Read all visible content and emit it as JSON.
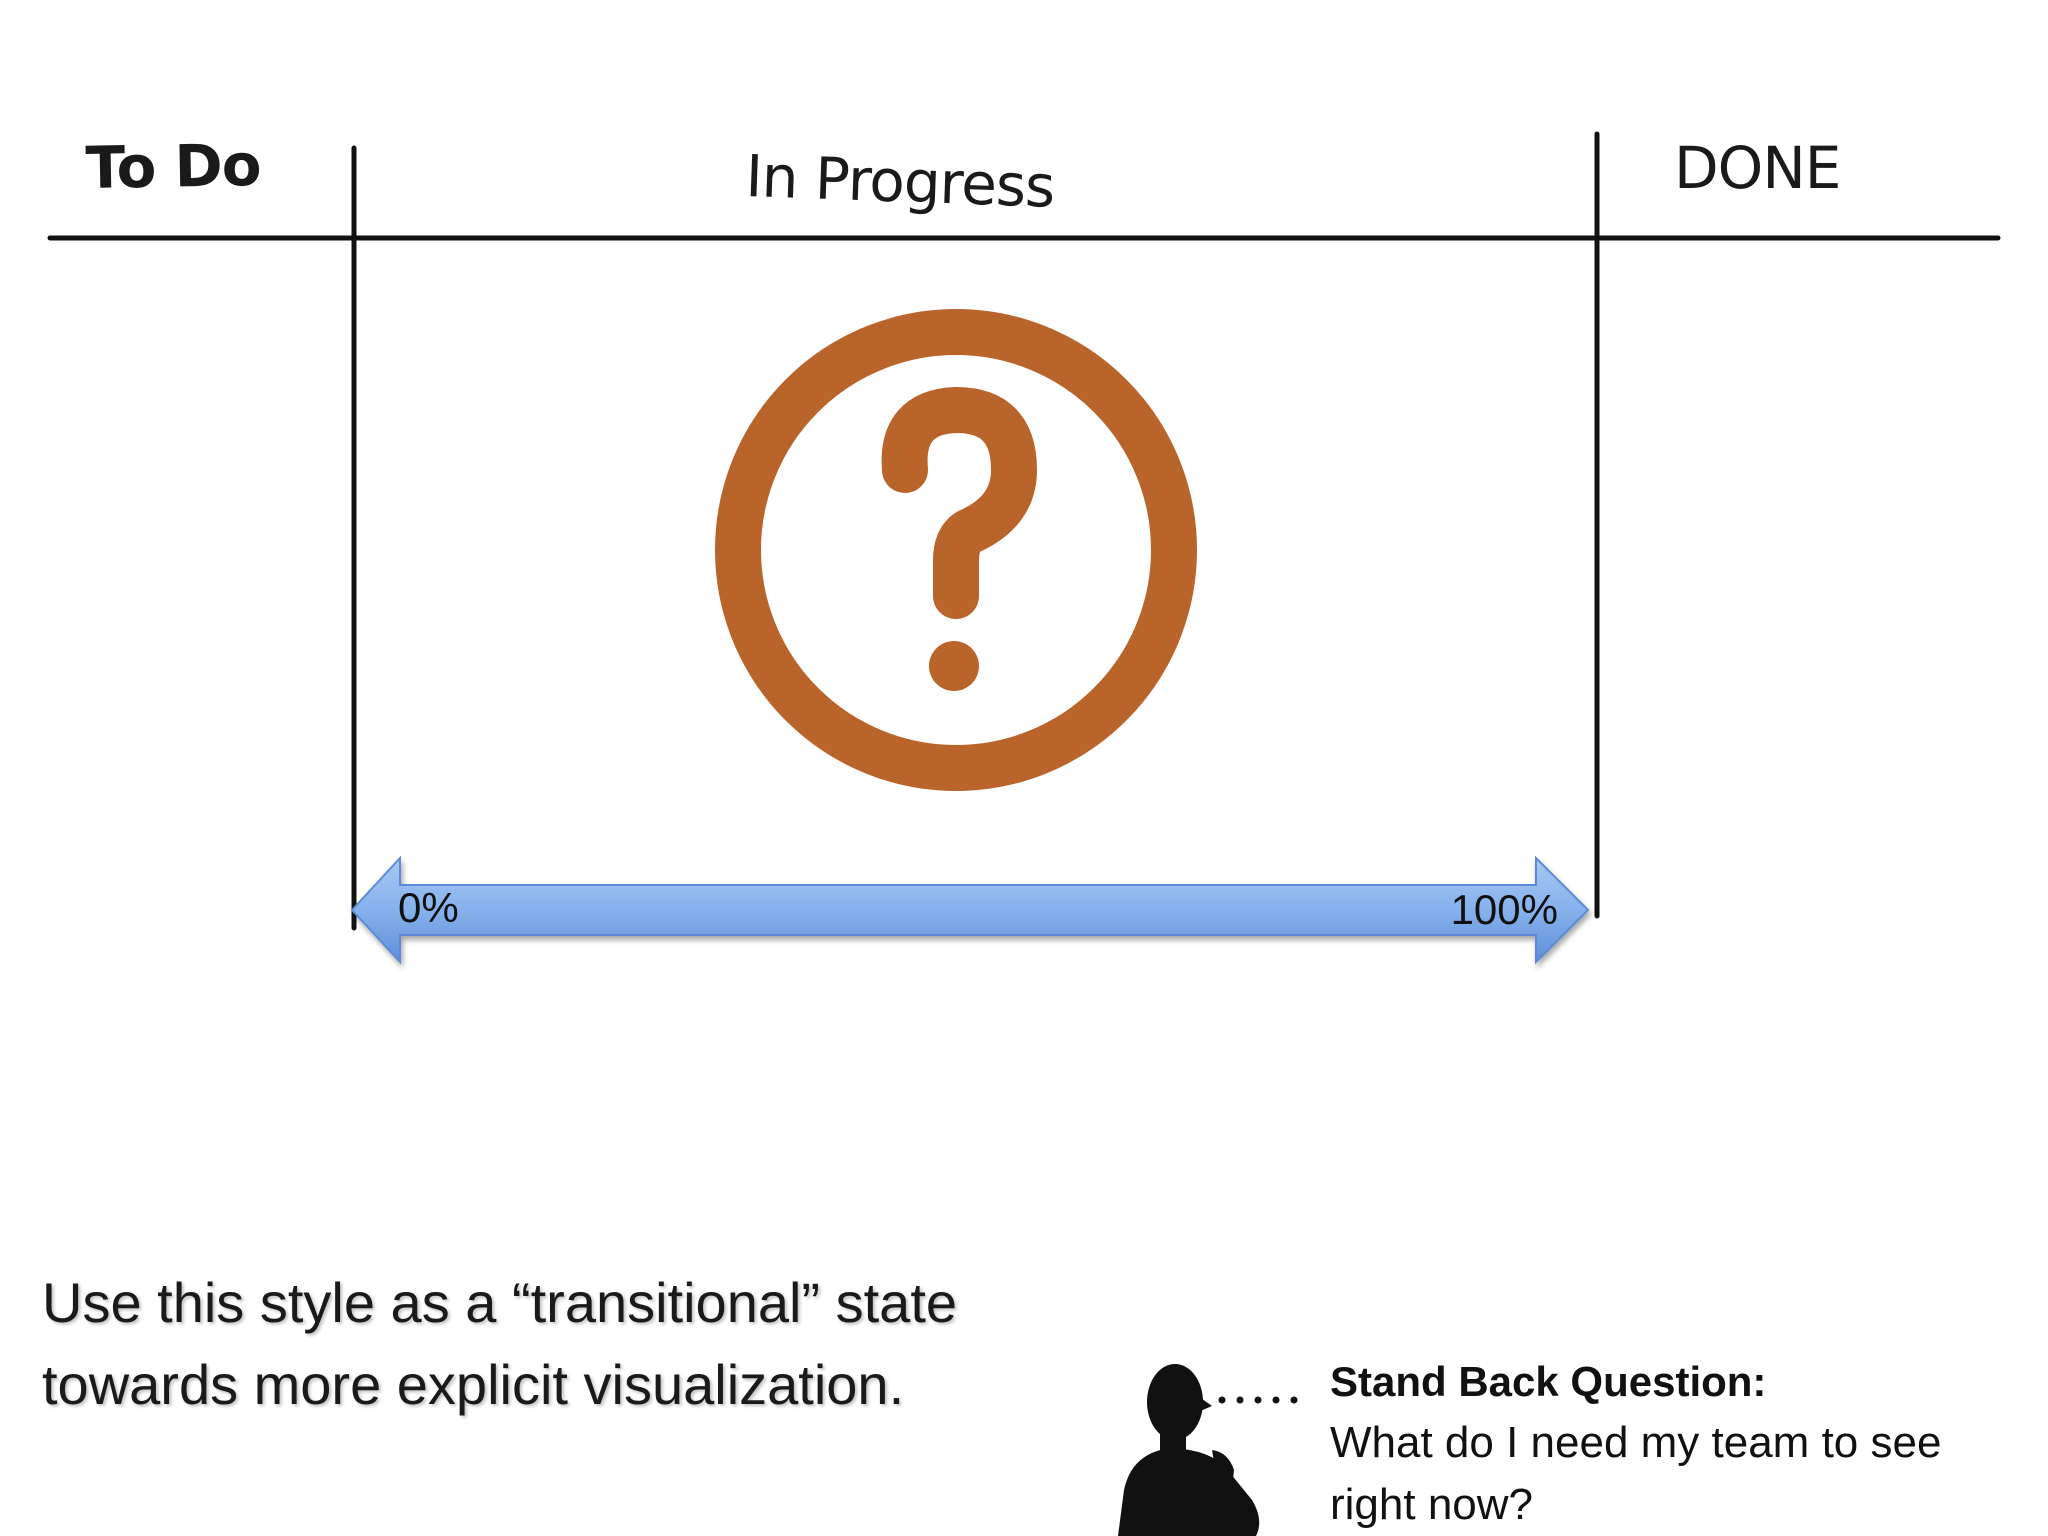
{
  "board": {
    "columns": [
      {
        "label": "To Do"
      },
      {
        "label": "In Progress"
      },
      {
        "label": "DONE"
      }
    ]
  },
  "progress_arrow": {
    "start_label": "0%",
    "end_label": "100%",
    "color": "#7eaae8"
  },
  "question_icon": {
    "icon": "question-circle-icon",
    "color": "#b8642a"
  },
  "caption": {
    "line1": "Use this style as a “transitional” state",
    "line2": "towards more explicit visualization."
  },
  "stand_back": {
    "title": "Stand Back Question:",
    "line1": "What do I need my team to see",
    "line2": "right now?"
  }
}
